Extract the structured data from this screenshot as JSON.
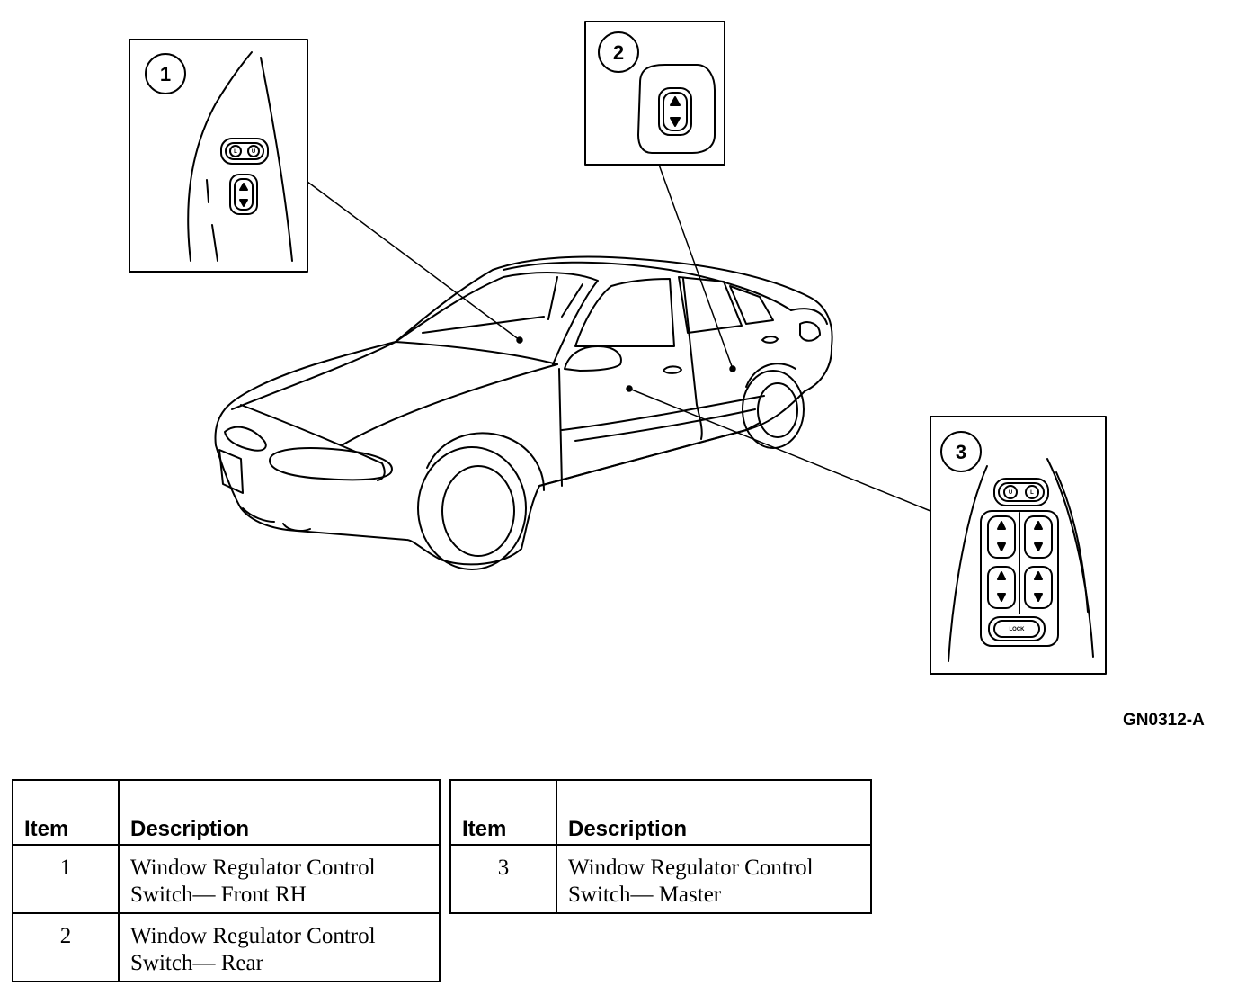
{
  "figure": {
    "code": "GN0312-A",
    "callouts": [
      "1",
      "2",
      "3"
    ],
    "switch_labels": {
      "lock_left": "L",
      "lock_right": "U",
      "master_lock_left": "U",
      "master_lock_right": "L",
      "master_lock_button": "LOCK"
    }
  },
  "tables": [
    {
      "headers": {
        "item": "Item",
        "description": "Description"
      },
      "rows": [
        {
          "item": "1",
          "description_line1": "Window Regulator Control",
          "description_line2": "Switch— Front RH"
        },
        {
          "item": "2",
          "description_line1": "Window Regulator Control",
          "description_line2": "Switch— Rear"
        }
      ]
    },
    {
      "headers": {
        "item": "Item",
        "description": "Description"
      },
      "rows": [
        {
          "item": "3",
          "description_line1": "Window Regulator Control",
          "description_line2": "Switch— Master"
        }
      ]
    }
  ]
}
